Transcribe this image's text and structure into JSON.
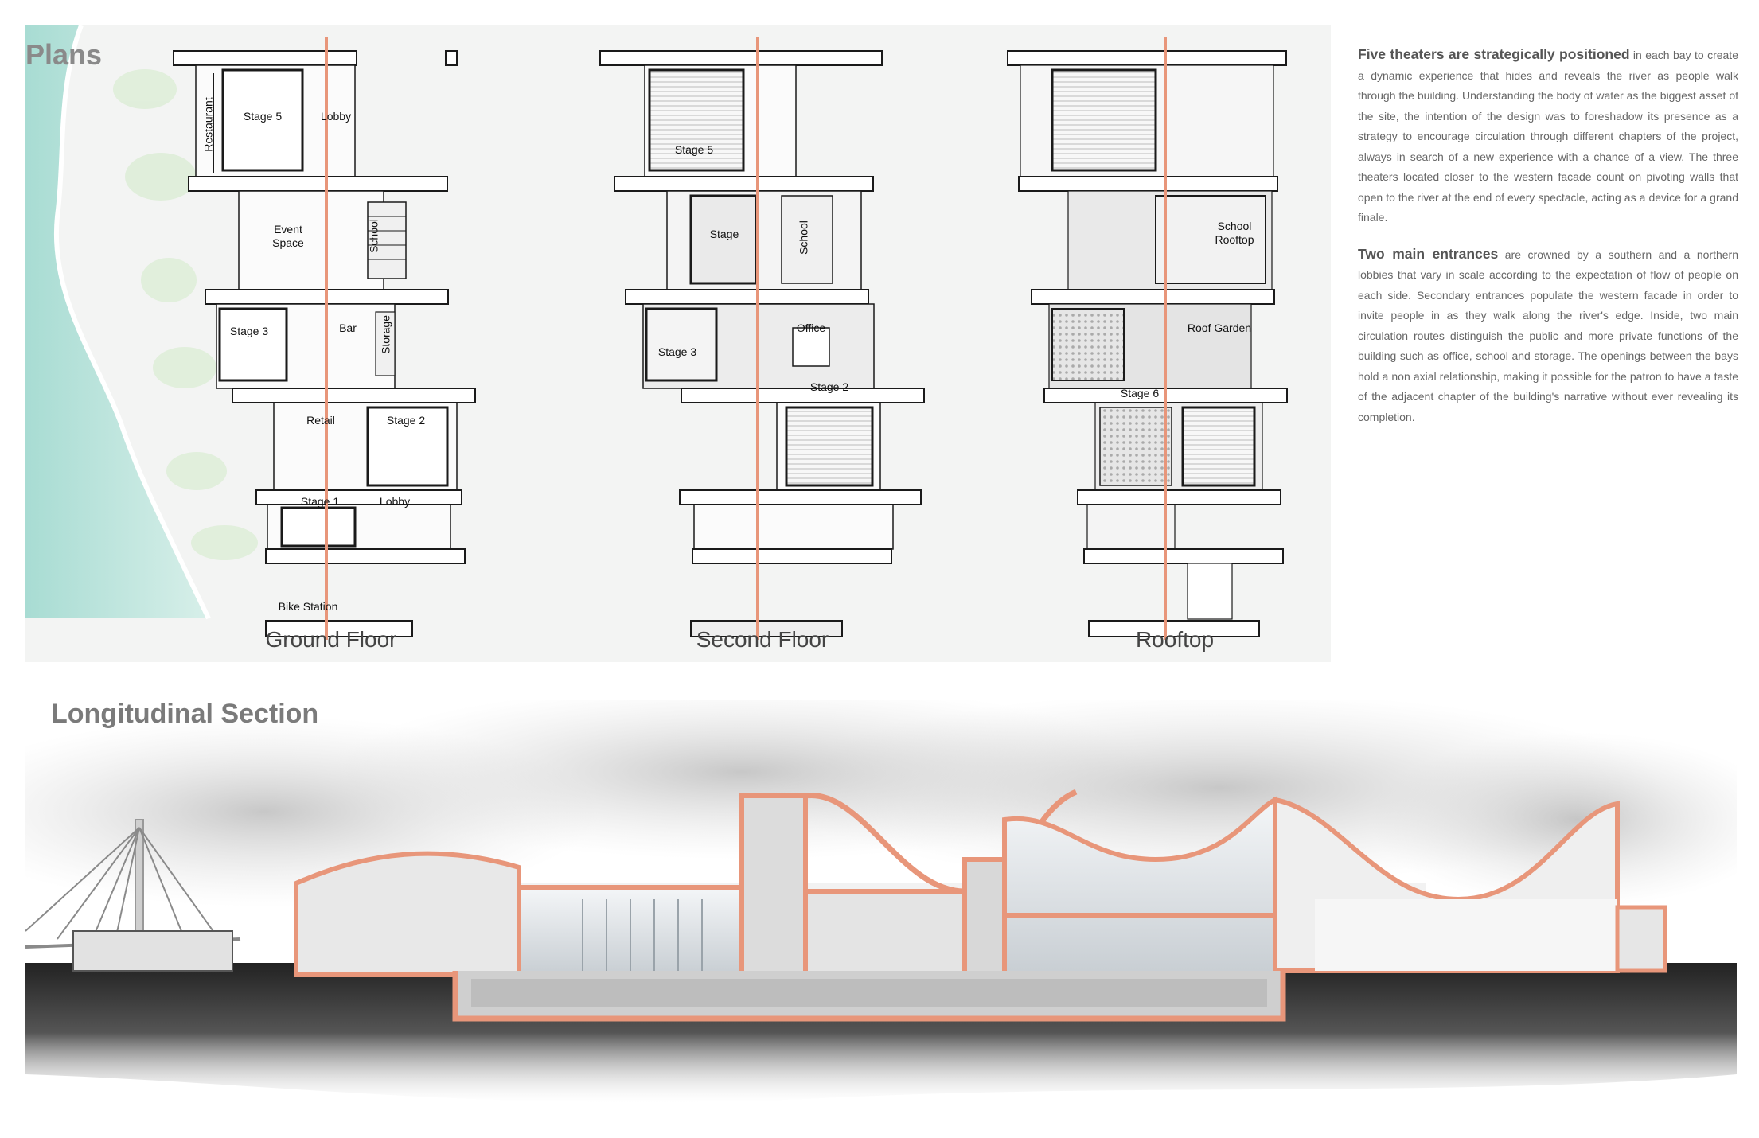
{
  "plans": {
    "title": "Plans",
    "floors": [
      {
        "caption": "Ground Floor",
        "rooms": [
          "Restaurant",
          "Stage 5",
          "Lobby",
          "Event Space",
          "School",
          "Stage 3",
          "Bar",
          "Storage",
          "Retail",
          "Stage 2",
          "Stage 1",
          "Lobby",
          "Bike Station"
        ]
      },
      {
        "caption": "Second Floor",
        "rooms": [
          "Stage 5",
          "Stage",
          "School",
          "Office",
          "Stage 3",
          "Stage 2"
        ]
      },
      {
        "caption": "Rooftop",
        "rooms": [
          "School Rooftop",
          "Roof Garden",
          "Stage 6"
        ]
      }
    ]
  },
  "description": {
    "p1_lead": "Five theaters are strategically positioned",
    "p1_body": " in each bay to create a dynamic experience that hides and reveals the river as people walk through the building. Understanding the body of water as the biggest asset of the site, the intention of the design was to foreshadow its presence as a strategy to encourage circulation through different chapters of the project, always in search of a new experience with a chance of a view. The three theaters located closer to the western facade count on pivoting walls that open to the river at the end of every spectacle, acting as a device for a grand finale.",
    "p2_lead": "Two main entrances",
    "p2_body": " are crowned by a southern and a northern lobbies that vary in scale according to the expectation of flow of people on each side. Secondary entrances populate the western facade in order to invite people in as they walk along the river's edge. Inside, two main circulation routes distinguish the public and more private functions of the building such as office, school and storage. The openings between the bays hold a non axial relationship, making it possible for the patron to have a taste of the adjacent chapter of the building's narrative without ever revealing its completion."
  },
  "section": {
    "title": "Longitudinal Section"
  },
  "colors": {
    "accent": "#e8967a",
    "water": "#bfe3dd",
    "wall": "#1a1a1a",
    "panel": "#f3f4f3"
  }
}
